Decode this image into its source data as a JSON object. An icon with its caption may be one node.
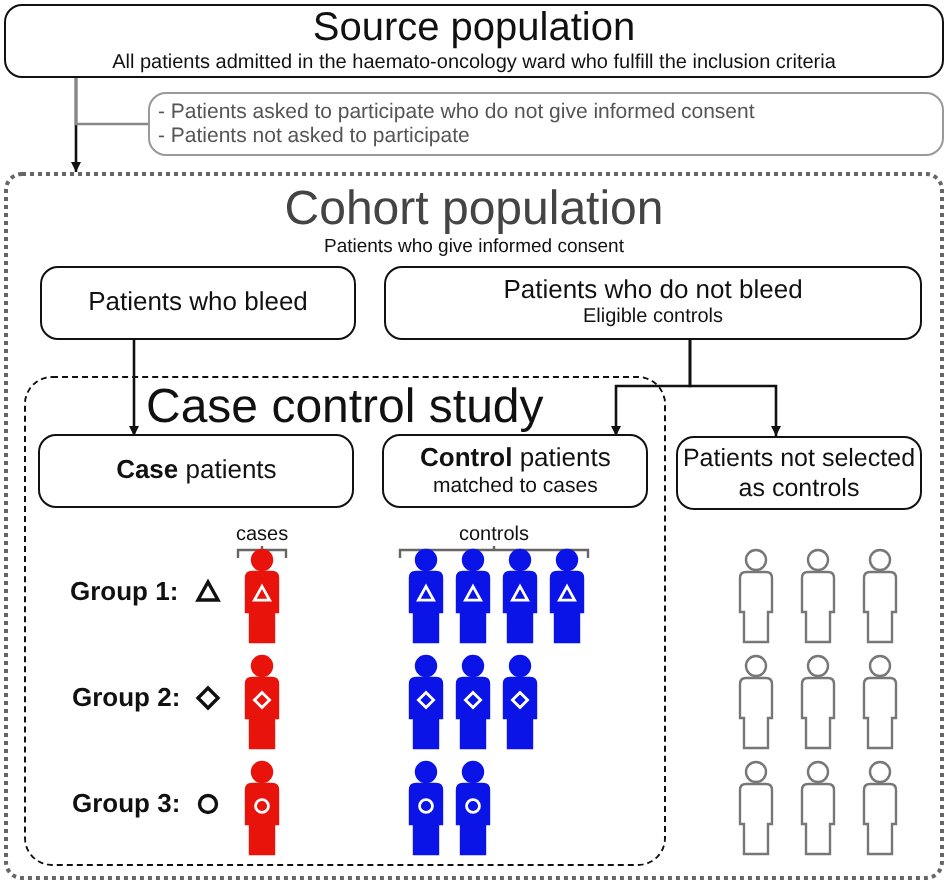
{
  "diagram": {
    "nodes": [
      {
        "text": [
          "Source population",
          "All patients admitted in the haemato-oncology ward who fulfill the inclusion criteria"
        ]
      },
      {
        "text": [
          "- Patients asked to participate who do not give informed consent",
          "- Patients not asked to participate"
        ]
      },
      {
        "text": [
          "Cohort population",
          "Patients who give informed consent"
        ]
      },
      {
        "text": [
          "Patients who bleed"
        ],
        "in": 2
      },
      {
        "text": [
          "Patients who do not bleed",
          "Eligible controls"
        ],
        "in": 2
      },
      {
        "text": [
          "Case control study"
        ],
        "in": 2
      },
      {
        "text": [
          "**Case** patients"
        ],
        "in": 5
      },
      {
        "text": [
          "**Control** patients",
          "matched to cases"
        ],
        "in": 5
      },
      {
        "text": [
          "Patients not selected as controls"
        ],
        "in": 2
      }
    ],
    "edges": [
      {
        "from": 0,
        "to": 2,
        "arrow": "to"
      },
      {
        "from": 0,
        "to": 1,
        "arrow": "none",
        "color": "#888888"
      },
      {
        "from": 3,
        "to": 6,
        "arrow": "to"
      },
      {
        "from": 4,
        "to": 7,
        "arrow": "to"
      },
      {
        "from": 4,
        "to": 8,
        "arrow": "to"
      }
    ],
    "labels": [
      "cases",
      "controls",
      "Group 1:",
      "Group 2:",
      "Group 3:"
    ]
  }
}
